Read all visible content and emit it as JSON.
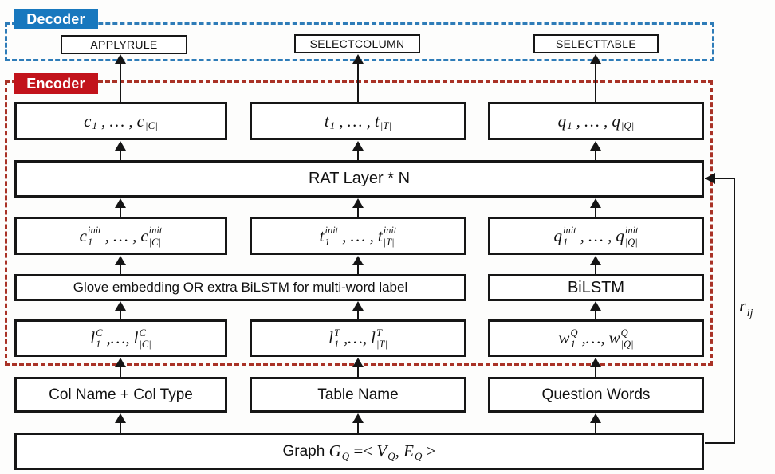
{
  "colors": {
    "decoder_blue": "#1878BE",
    "dash_blue": "#2E7CB8",
    "encoder_red": "#C2131B",
    "dash_red": "#A93226",
    "line": "#151515",
    "box_border": "#161616"
  },
  "decoder": {
    "label": "Decoder",
    "ops": [
      "APPLYRULE",
      "SELECTCOLUMN",
      "SELECTTABLE"
    ]
  },
  "encoder": {
    "label": "Encoder",
    "output_row": [
      {
        "base1": "c",
        "sub1": "1",
        "dots": ", … ,",
        "base2": "c",
        "sub2": "|C|"
      },
      {
        "base1": "t",
        "sub1": "1",
        "dots": ", … ,",
        "base2": "t",
        "sub2": "|T|"
      },
      {
        "base1": "q",
        "sub1": "1",
        "dots": ", … ,",
        "base2": "q",
        "sub2": "|Q|"
      }
    ],
    "rat_label": "RAT Layer * N",
    "init_row": [
      {
        "base1": "c",
        "sup1": "init",
        "sub1": "1",
        "dots": ", … ,",
        "base2": "c",
        "sup2": "init",
        "sub2": "|C|"
      },
      {
        "base1": "t",
        "sup1": "init",
        "sub1": "1",
        "dots": ", … ,",
        "base2": "t",
        "sup2": "init",
        "sub2": "|T|"
      },
      {
        "base1": "q",
        "sup1": "init",
        "sub1": "1",
        "dots": ", … ,",
        "base2": "q",
        "sup2": "init",
        "sub2": "|Q|"
      }
    ],
    "embed_row": {
      "glove": "Glove embedding OR extra BiLSTM for multi-word label",
      "bilstm": "BiLSTM"
    },
    "label_row": [
      {
        "base1": "l",
        "sup1": "C",
        "sub1": "1",
        "dots": ",…, ",
        "base2": "l",
        "sup2": "C",
        "sub2": "|C|"
      },
      {
        "base1": "l",
        "sup1": "T",
        "sub1": "1",
        "dots": ",…, ",
        "base2": "l",
        "sup2": "T",
        "sub2": "|T|"
      },
      {
        "base1": "w",
        "sup1": "Q",
        "sub1": "1",
        "dots": ",…, ",
        "base2": "w",
        "sup2": "Q",
        "sub2": "|Q|"
      }
    ]
  },
  "inputs": [
    "Col Name + Col Type",
    "Table Name",
    "Question Words"
  ],
  "graph": {
    "prefix": "Graph",
    "g": "G",
    "g_sub": "Q",
    "eq": "=<",
    "v": "V",
    "v_sub": "Q",
    "sep": ",",
    "e": "E",
    "e_sub": "Q",
    "close": ">"
  },
  "relation": {
    "base": "r",
    "sub": "ij"
  }
}
